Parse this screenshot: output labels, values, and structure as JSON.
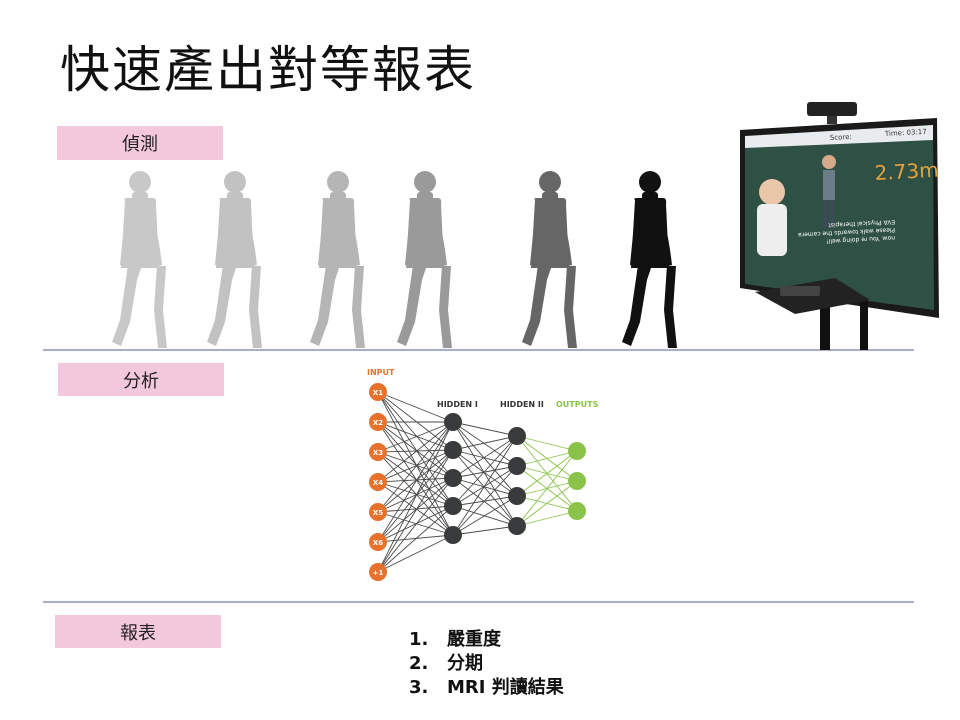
{
  "title": "快速產出對等報表",
  "sections": {
    "detect": "偵測",
    "analyze": "分析",
    "report": "報表"
  },
  "network": {
    "input": "INPUT",
    "hidden1": "HIDDEN I",
    "hidden2": "HIDDEN II",
    "outputs": "OUTPUTS",
    "nodes": [
      "X1",
      "X2",
      "X3",
      "X4",
      "X5",
      "X6",
      "+1"
    ]
  },
  "report_items": [
    {
      "num": "1.",
      "text": "嚴重度"
    },
    {
      "num": "2.",
      "text": "分期"
    },
    {
      "num": "3.",
      "text": "MRI 判讀結果"
    }
  ],
  "screen": {
    "time": "Time: 03:17",
    "score": "Score:",
    "distance": "2.73m",
    "message": [
      "EVA Physical therapist",
      "Please walk towards the camera",
      "now. You re doing well!"
    ]
  },
  "colors": {
    "tag": "#f4c8dc",
    "divider": "#a9adc9",
    "input_node": "#e8722b",
    "hidden_node": "#3a3b3d",
    "output_node": "#8bc34a"
  }
}
